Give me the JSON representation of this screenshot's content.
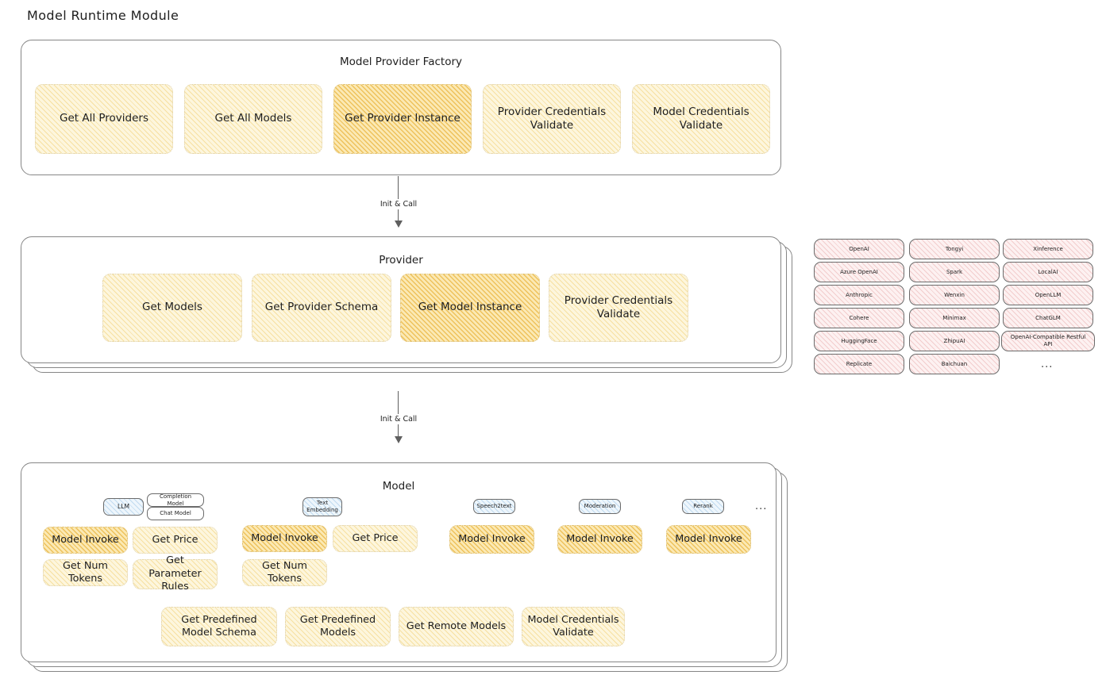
{
  "page": {
    "title": "Model Runtime Module",
    "accent_yellow": "#fdf6dd",
    "accent_yellow_strong": "#fbe9b4",
    "accent_pink": "#fdf1f1",
    "accent_blue": "#eef6fc",
    "stroke": "#868686"
  },
  "factory": {
    "title": "Model Provider Factory",
    "nodes": [
      {
        "label": "Get All Providers",
        "highlight": false
      },
      {
        "label": "Get All Models",
        "highlight": false
      },
      {
        "label": "Get Provider Instance",
        "highlight": true
      },
      {
        "label": "Provider Credentials Validate",
        "highlight": false
      },
      {
        "label": "Model Credentials Validate",
        "highlight": false
      }
    ]
  },
  "arrows": [
    {
      "label": "Init & Call"
    },
    {
      "label": "Init & Call"
    }
  ],
  "provider": {
    "title": "Provider",
    "nodes": [
      {
        "label": "Get Models",
        "highlight": false
      },
      {
        "label": "Get Provider Schema",
        "highlight": false
      },
      {
        "label": "Get Model Instance",
        "highlight": true
      },
      {
        "label": "Provider Credentials Validate",
        "highlight": false
      }
    ]
  },
  "provider_list": {
    "ellipsis": "...",
    "columns": [
      {
        "items": [
          "OpenAI",
          "Azure OpenAI",
          "Anthropic",
          "Cohere",
          "HuggingFace",
          "Replicate"
        ]
      },
      {
        "items": [
          "Tongyi",
          "Spark",
          "Wenxin",
          "Minimax",
          "ZhipuAI",
          "Baichuan"
        ]
      },
      {
        "items": [
          "Xinference",
          "LocalAI",
          "OpenLLM",
          "ChatGLM",
          "OpenAI-Compatible Restful API"
        ]
      }
    ]
  },
  "model": {
    "title": "Model",
    "ellipsis": "...",
    "groups": [
      {
        "type_label": "LLM",
        "tags": [
          "Completion Model",
          "Chat Model"
        ],
        "nodes": [
          {
            "label": "Model Invoke",
            "highlight": true
          },
          {
            "label": "Get Price",
            "highlight": false
          },
          {
            "label": "Get Num Tokens",
            "highlight": false
          },
          {
            "label": "Get Parameter Rules",
            "highlight": false
          }
        ]
      },
      {
        "type_label": "Text Embedding",
        "tags": [],
        "nodes": [
          {
            "label": "Model Invoke",
            "highlight": true
          },
          {
            "label": "Get Price",
            "highlight": false
          },
          {
            "label": "Get Num Tokens",
            "highlight": false
          }
        ]
      },
      {
        "type_label": "Speech2text",
        "tags": [],
        "nodes": [
          {
            "label": "Model Invoke",
            "highlight": true
          }
        ]
      },
      {
        "type_label": "Moderation",
        "tags": [],
        "nodes": [
          {
            "label": "Model Invoke",
            "highlight": true
          }
        ]
      },
      {
        "type_label": "Rerank",
        "tags": [],
        "nodes": [
          {
            "label": "Model Invoke",
            "highlight": true
          }
        ]
      }
    ],
    "common_nodes": [
      {
        "label": "Get Predefined Model Schema"
      },
      {
        "label": "Get Predefined Models"
      },
      {
        "label": "Get Remote Models"
      },
      {
        "label": "Model Credentials Validate"
      }
    ]
  }
}
